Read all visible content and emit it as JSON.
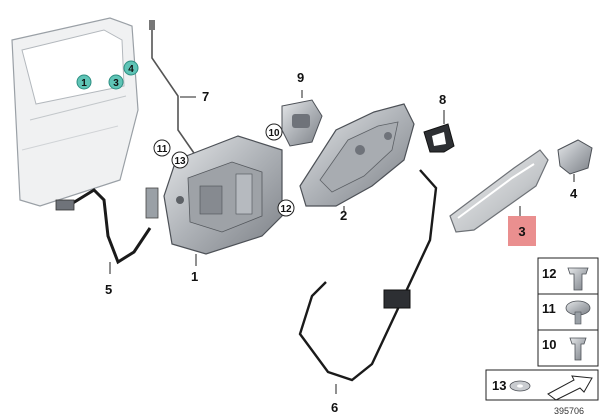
{
  "callouts": {
    "door_hotspots": [
      "1",
      "3",
      "4"
    ],
    "c1": "1",
    "c2": "2",
    "c3": "3",
    "c4": "4",
    "c5": "5",
    "c6": "6",
    "c7": "7",
    "c8": "8",
    "c9": "9",
    "c10": "10",
    "c11": "11",
    "c12": "12",
    "c13": "13"
  },
  "legend": {
    "row12": "12",
    "row11": "11",
    "row10": "10",
    "row13": "13"
  },
  "catalog_number": "395706",
  "colors": {
    "highlight": "#e57373",
    "hotspot": "#5fc4b6",
    "part_fill": "#c9ccd0",
    "part_dark": "#6f737a",
    "cable": "#1a1a1a"
  }
}
